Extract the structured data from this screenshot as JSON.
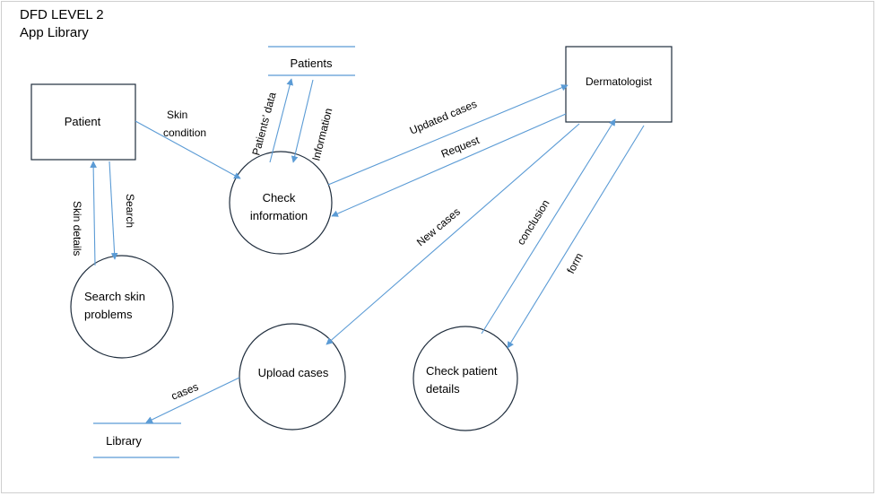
{
  "title": {
    "line1": "DFD LEVEL 2",
    "line2": "App Library"
  },
  "entities": {
    "patient": "Patient",
    "dermatologist": "Dermatologist"
  },
  "stores": {
    "patients": "Patients",
    "library": "Library"
  },
  "processes": {
    "check_information": [
      "Check",
      "information"
    ],
    "search_skin_problems": [
      "Search skin",
      "problems"
    ],
    "upload_cases": [
      "Upload cases"
    ],
    "check_patient_details": [
      "Check patient",
      "details"
    ]
  },
  "flows": {
    "skin_condition": [
      "Skin",
      "condition"
    ],
    "patients_data": "Patients’ data",
    "information": "Information",
    "updated_cases": "Updated cases",
    "request": "Request",
    "skin_details": "Skin details",
    "search": "Search",
    "new_cases": "New cases",
    "conclusion": "conclusion",
    "form": "form",
    "cases": "cases"
  },
  "colors": {
    "arrow": "#5b9bd5",
    "outline": "#1f2d3d",
    "text": "#000000"
  }
}
